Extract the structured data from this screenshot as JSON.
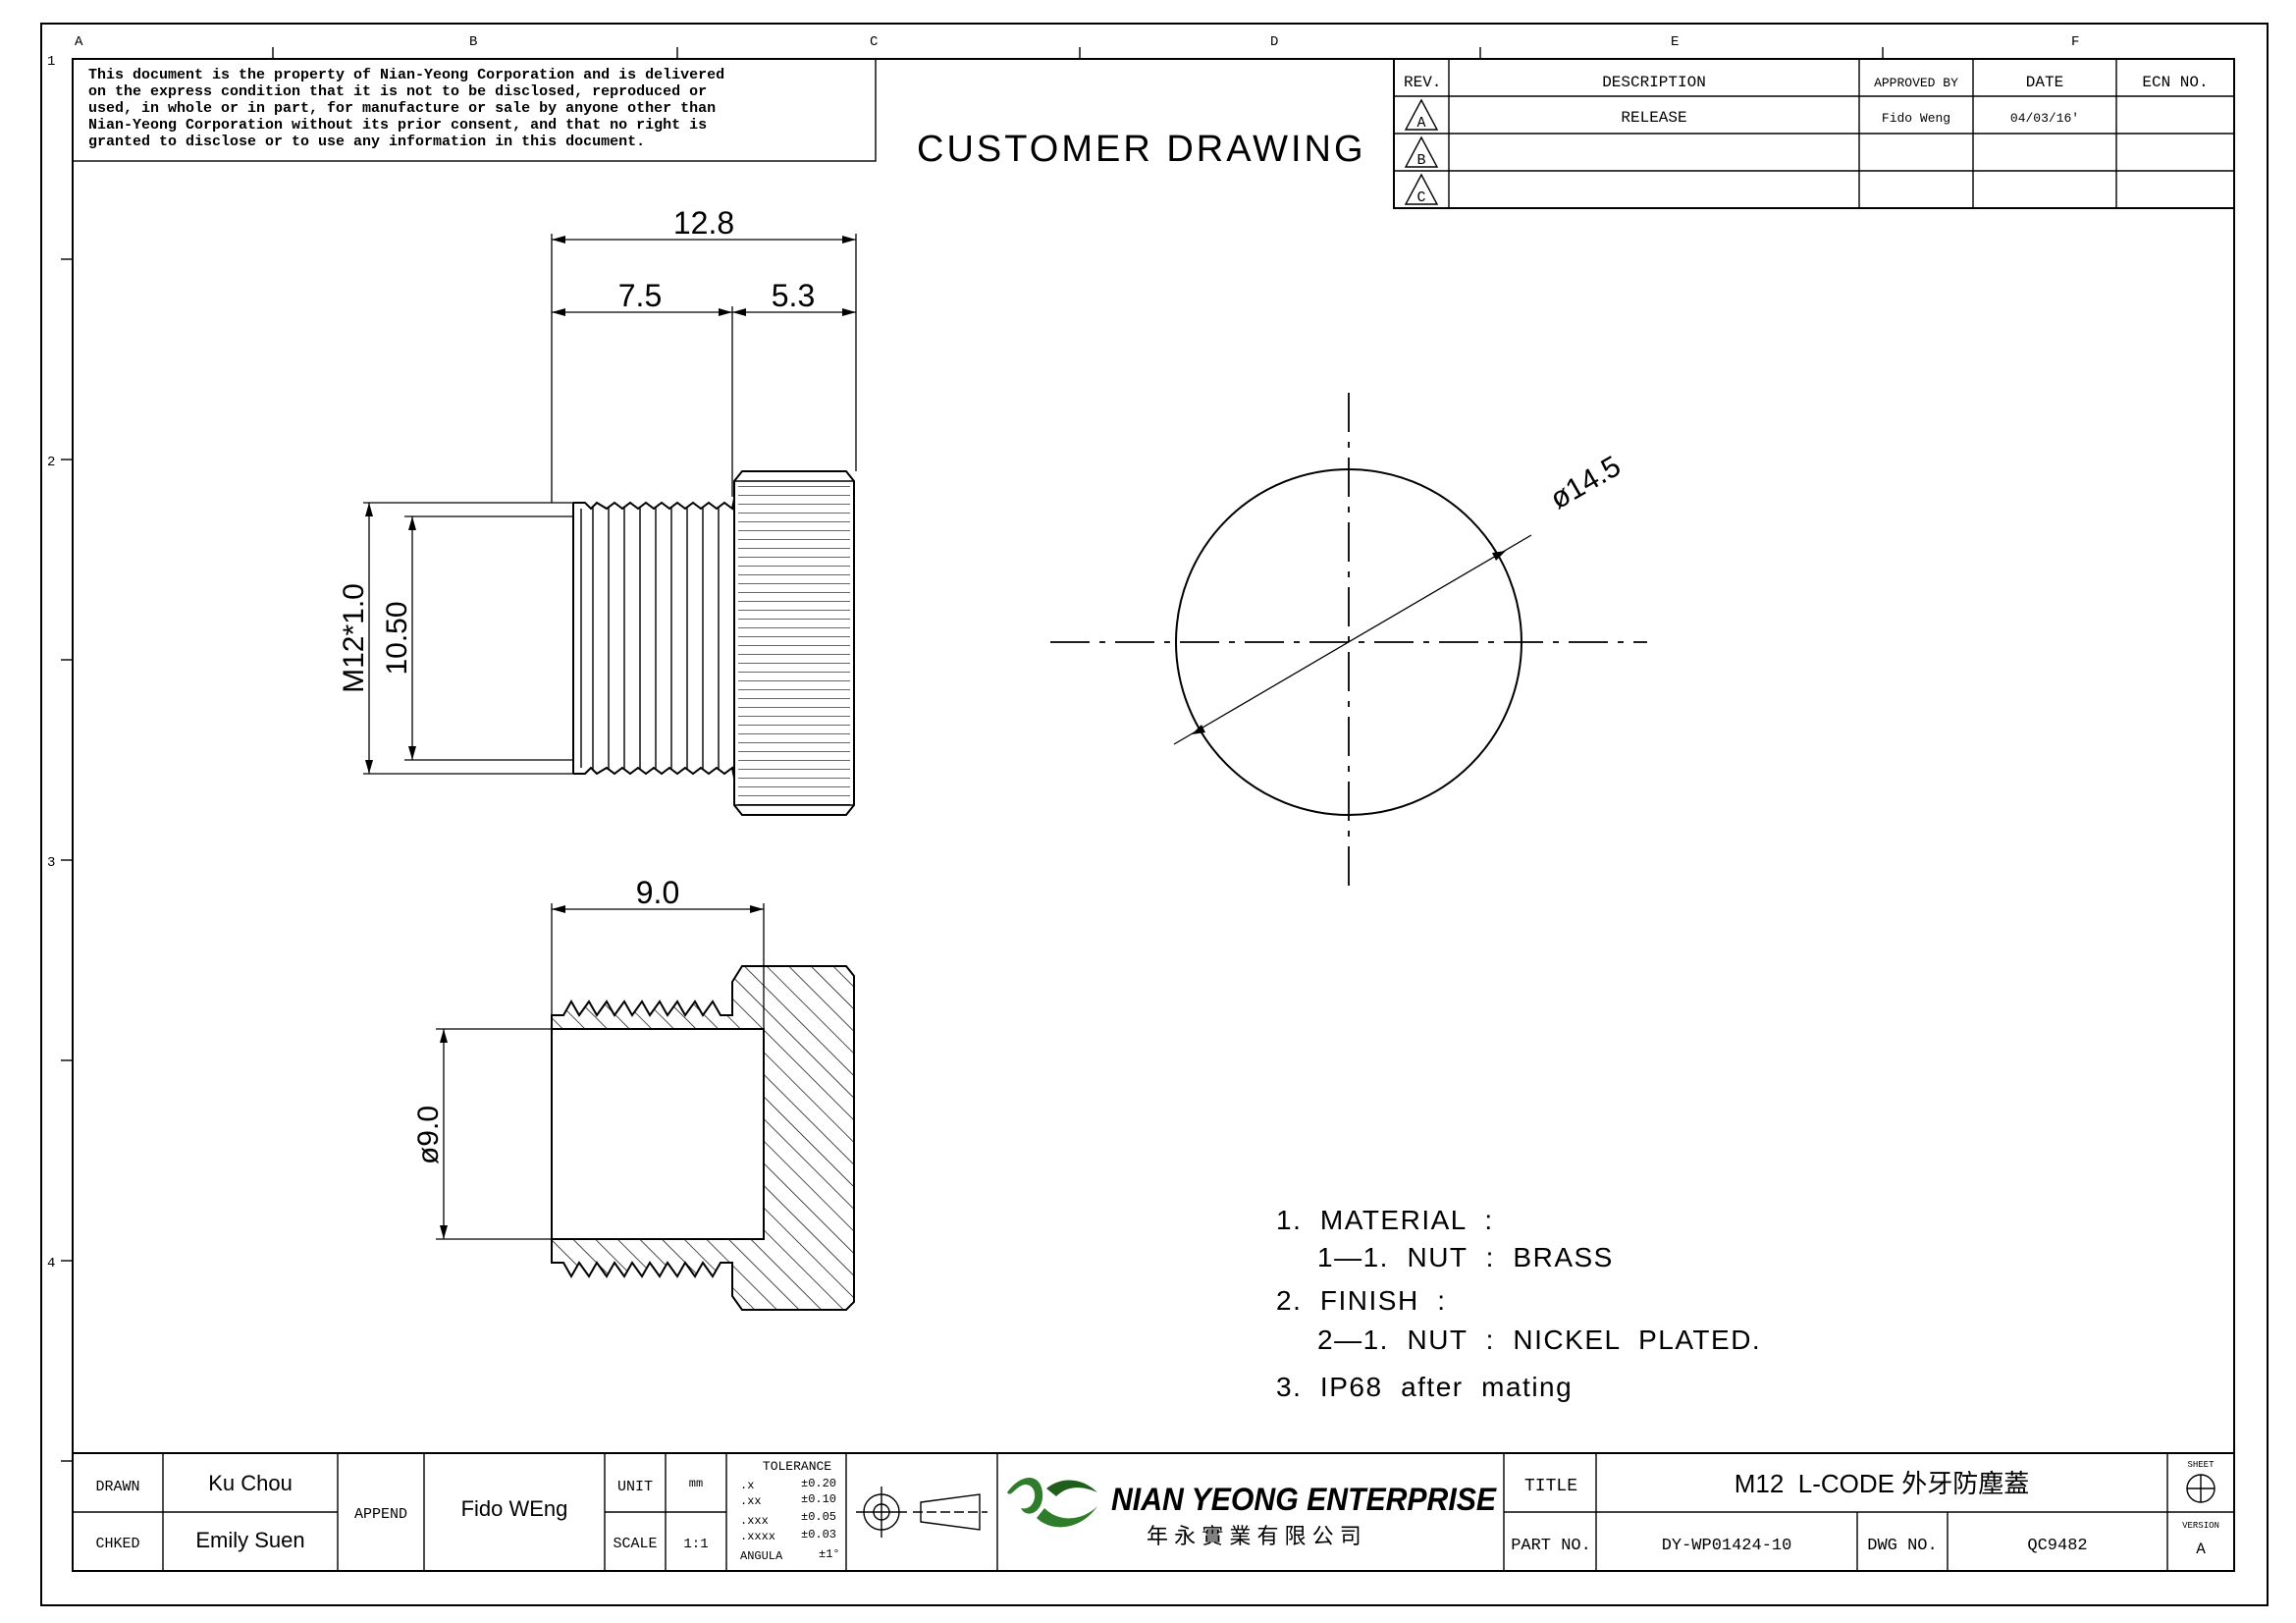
{
  "frame": {
    "columns": [
      "A",
      "B",
      "C",
      "D",
      "E",
      "F"
    ],
    "rows": [
      "1",
      "2",
      "3",
      "4"
    ]
  },
  "notice": {
    "lines": [
      "This document is the property of Nian-Yeong Corporation and is delivered",
      "on  the  express condition that it is not to be disclosed, reproduced or",
      "used, in whole or in part, for manufacture or sale by anyone other than",
      "Nian-Yeong Corporation without  its prior consent, and that  no right  is",
      "granted to disclose or to use any information in this  document."
    ]
  },
  "header_title": "CUSTOMER DRAWING",
  "revision_table": {
    "headers": [
      "REV.",
      "DESCRIPTION",
      "APPROVED BY",
      "DATE",
      "ECN NO."
    ],
    "rows": [
      {
        "rev": "A",
        "description": "RELEASE",
        "approved_by": "Fido Weng",
        "date": "04/03/16'",
        "ecn": ""
      },
      {
        "rev": "B",
        "description": "",
        "approved_by": "",
        "date": "",
        "ecn": ""
      },
      {
        "rev": "C",
        "description": "",
        "approved_by": "",
        "date": "",
        "ecn": ""
      }
    ]
  },
  "dimensions": {
    "overall_length": "12.8",
    "thread_length": "7.5",
    "knurl_length": "5.3",
    "thread_spec": "M12*1.0",
    "inner_diameter": "10.50",
    "section_length": "9.0",
    "section_bore": "ø9.0",
    "outer_diameter": "ø14.5"
  },
  "notes": [
    "1.  MATERIAL  :",
    "1—1.  NUT  :  BRASS",
    "2.  FINISH  :",
    "2—1.  NUT  :  NICKEL  PLATED.",
    "3.  IP68  after  mating"
  ],
  "title_block": {
    "drawn_label": "DRAWN",
    "drawn_value": "Ku Chou",
    "checked_label": "CHKED",
    "checked_value": "Emily Suen",
    "append_label": "APPEND",
    "append_value": "Fido WEng",
    "unit_label": "UNIT",
    "unit_value": "mm",
    "scale_label": "SCALE",
    "scale_value": "1:1",
    "tolerance_label": "TOLERANCE",
    "tolerances": [
      {
        "k": ".x",
        "v": "±0.20"
      },
      {
        "k": ".xx",
        "v": "±0.10"
      },
      {
        "k": ".xxx",
        "v": "±0.05"
      },
      {
        "k": ".xxxx",
        "v": "±0.03"
      },
      {
        "k": "ANGULA",
        "v": "±1°"
      }
    ],
    "company_name": "NIAN YEONG ENTERPRISE",
    "company_chinese": "年 永 實 業 有 限 公 司",
    "title_label": "TITLE",
    "title_value": "M12  L-CODE 外牙防塵蓋",
    "part_no_label": "PART NO.",
    "part_no_value": "DY-WP01424-10",
    "dwg_no_label": "DWG NO.",
    "dwg_no_value": "QC9482",
    "sheet_label": "SHEET",
    "version_label": "VERSION",
    "version_value": "A"
  },
  "colors": {
    "ink": "#000000",
    "logo_green": "#2f7d2a",
    "paper": "#ffffff"
  }
}
